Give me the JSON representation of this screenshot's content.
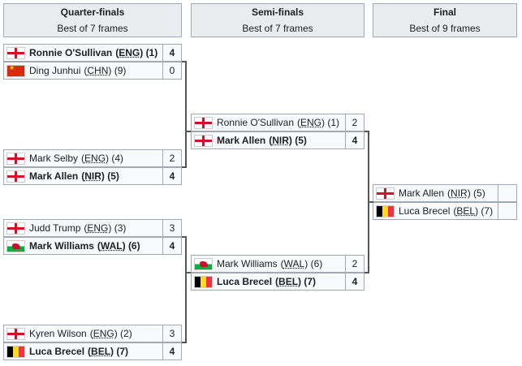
{
  "headers": [
    {
      "title": "Quarter-finals",
      "subtitle": "Best of 7 frames"
    },
    {
      "title": "Semi-finals",
      "subtitle": "Best of 7 frames"
    },
    {
      "title": "Final",
      "subtitle": "Best of 9 frames"
    }
  ],
  "quarter_finals": [
    [
      {
        "name": "Ronnie O'Sullivan",
        "nation": "ENG",
        "seed": "(1)",
        "score": "4",
        "flag": "eng",
        "winner": true
      },
      {
        "name": "Ding Junhui",
        "nation": "CHN",
        "seed": "(9)",
        "score": "0",
        "flag": "chn",
        "winner": false
      }
    ],
    [
      {
        "name": "Mark Selby",
        "nation": "ENG",
        "seed": "(4)",
        "score": "2",
        "flag": "eng",
        "winner": false
      },
      {
        "name": "Mark Allen",
        "nation": "NIR",
        "seed": "(5)",
        "score": "4",
        "flag": "nir",
        "winner": true
      }
    ],
    [
      {
        "name": "Judd Trump",
        "nation": "ENG",
        "seed": "(3)",
        "score": "3",
        "flag": "eng",
        "winner": false
      },
      {
        "name": "Mark Williams",
        "nation": "WAL",
        "seed": "(6)",
        "score": "4",
        "flag": "wal",
        "winner": true
      }
    ],
    [
      {
        "name": "Kyren Wilson",
        "nation": "ENG",
        "seed": "(2)",
        "score": "3",
        "flag": "eng",
        "winner": false
      },
      {
        "name": "Luca Brecel",
        "nation": "BEL",
        "seed": "(7)",
        "score": "4",
        "flag": "bel",
        "winner": true
      }
    ]
  ],
  "semi_finals": [
    [
      {
        "name": "Ronnie O'Sullivan",
        "nation": "ENG",
        "seed": "(1)",
        "score": "2",
        "flag": "eng",
        "winner": false
      },
      {
        "name": "Mark Allen",
        "nation": "NIR",
        "seed": "(5)",
        "score": "4",
        "flag": "nir",
        "winner": true
      }
    ],
    [
      {
        "name": "Mark Williams",
        "nation": "WAL",
        "seed": "(6)",
        "score": "2",
        "flag": "wal",
        "winner": false
      },
      {
        "name": "Luca Brecel",
        "nation": "BEL",
        "seed": "(7)",
        "score": "4",
        "flag": "bel",
        "winner": true
      }
    ]
  ],
  "final": [
    [
      {
        "name": "Mark Allen",
        "nation": "NIR",
        "seed": "(5)",
        "score": "",
        "flag": "nir",
        "winner": false
      },
      {
        "name": "Luca Brecel",
        "nation": "BEL",
        "seed": "(7)",
        "score": "",
        "flag": "bel",
        "winner": false
      }
    ]
  ]
}
